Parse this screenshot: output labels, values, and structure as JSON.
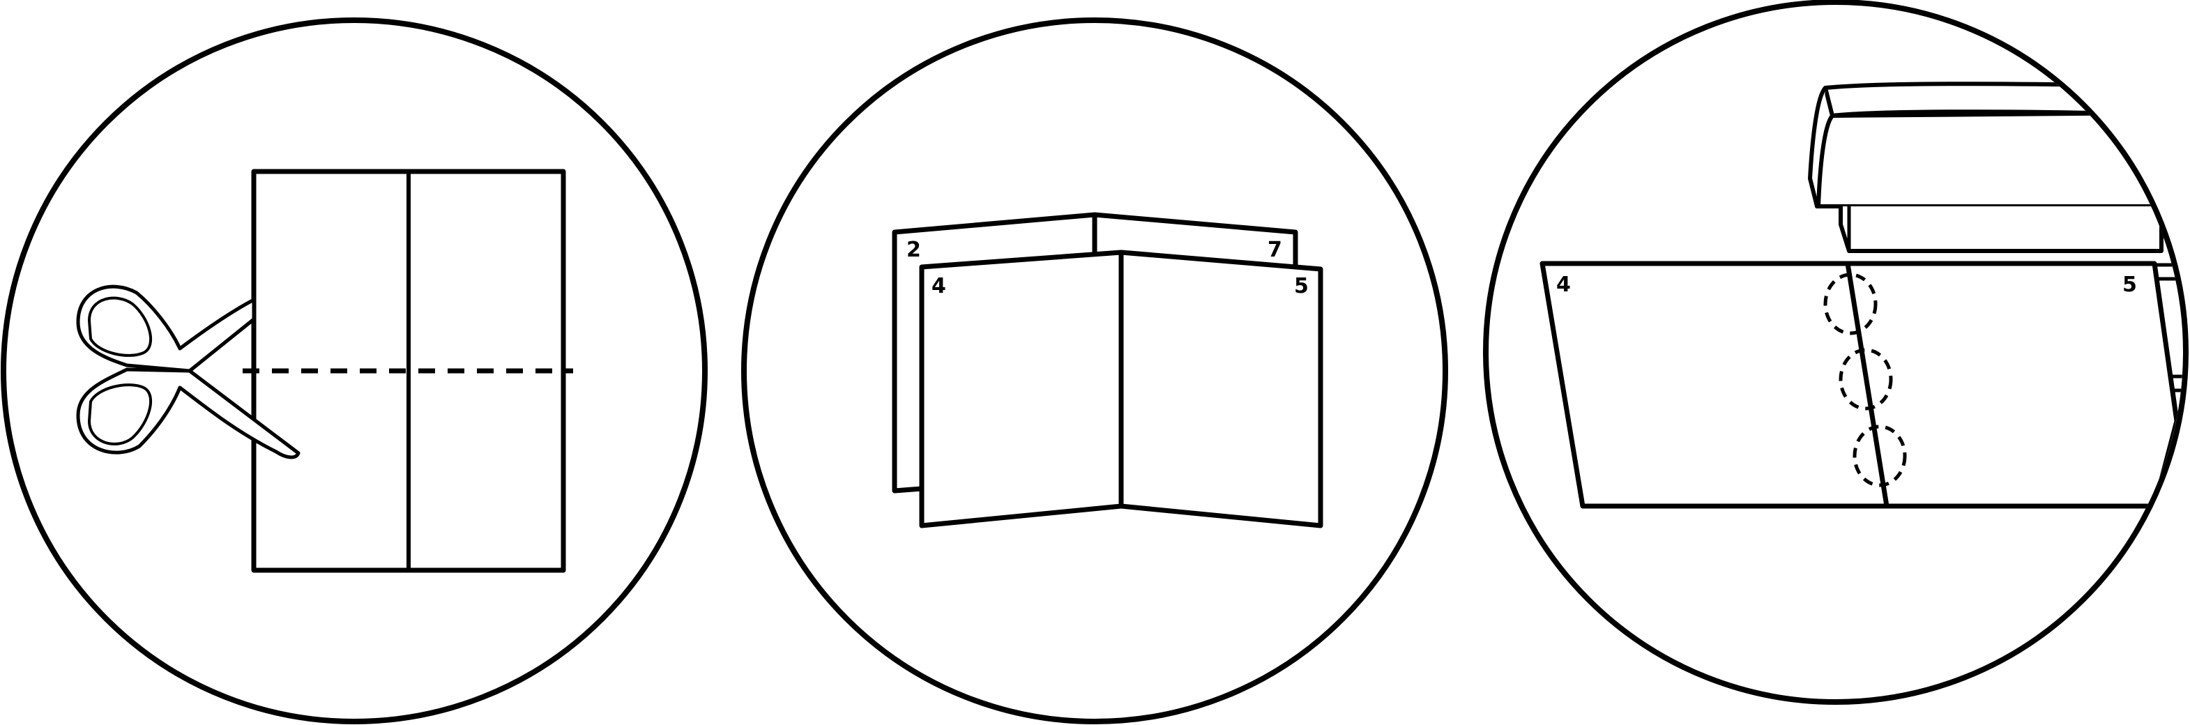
{
  "panels": [
    {
      "id": "cut",
      "step_icon": "scissors-icon"
    },
    {
      "id": "stack",
      "page_labels": [
        "2",
        "7",
        "4",
        "5"
      ]
    },
    {
      "id": "sew",
      "step_icon": "sewing-machine-icon",
      "page_labels": [
        "4",
        "5"
      ]
    }
  ],
  "colors": {
    "line": "#000000",
    "background": "#ffffff"
  }
}
